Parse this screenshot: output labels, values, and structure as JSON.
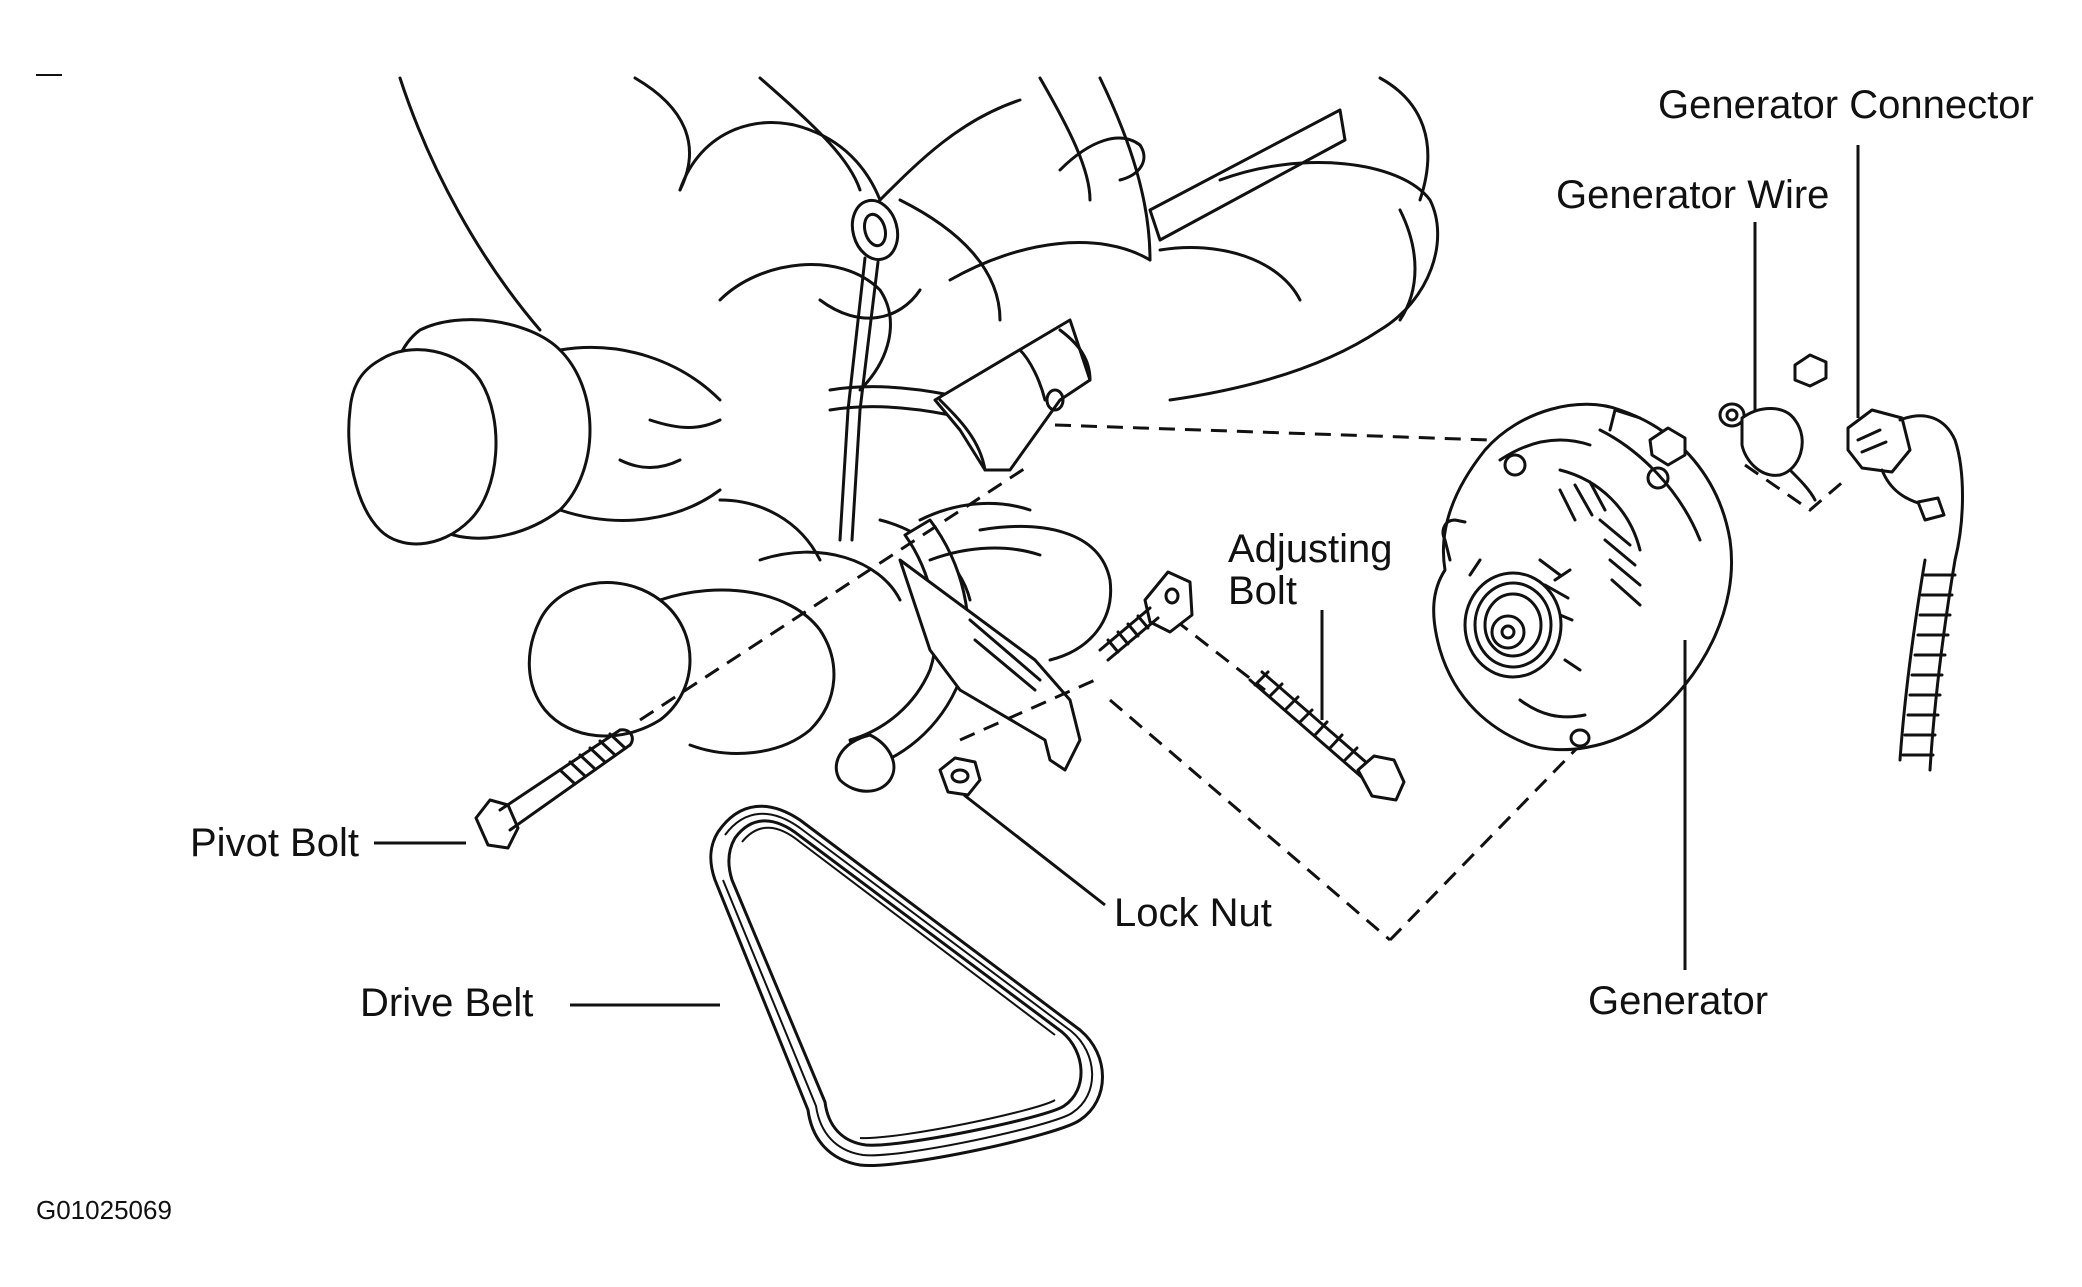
{
  "figure_id": "G01025069",
  "labels": {
    "generator_connector": "Generator Connector",
    "generator_wire": "Generator Wire",
    "adjusting_bolt_line1": "Adjusting",
    "adjusting_bolt_line2": "Bolt",
    "pivot_bolt": "Pivot Bolt",
    "lock_nut": "Lock Nut",
    "drive_belt": "Drive Belt",
    "generator": "Generator"
  }
}
